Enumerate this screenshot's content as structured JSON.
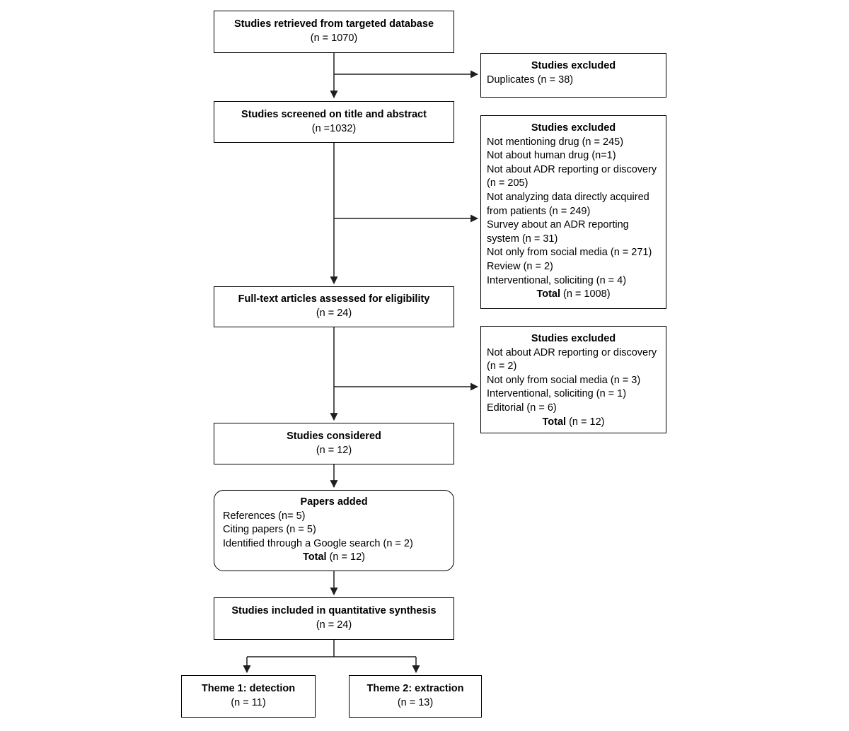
{
  "colors": {
    "box_border": "#000000",
    "connector": "#1f1f1f",
    "text": "#000000",
    "background": "#ffffff"
  },
  "boxes": {
    "retrieved": {
      "title": "Studies retrieved from targeted database",
      "count": "(n = 1070)"
    },
    "excluded_duplicates": {
      "title": "Studies excluded",
      "lines": [
        "Duplicates (n = 38)"
      ]
    },
    "screened": {
      "title": "Studies screened on title and abstract",
      "count": "(n =1032)"
    },
    "excluded_screening": {
      "title": "Studies excluded",
      "lines": [
        "Not mentioning drug (n = 245)",
        "Not about human drug (n=1)",
        "Not about ADR reporting or discovery (n = 205)",
        "Not analyzing data directly acquired from patients (n = 249)",
        "Survey about an ADR reporting system (n = 31)",
        "Not only from social media (n = 271)",
        "Review (n = 2)",
        "Interventional, soliciting (n = 4)"
      ],
      "total_label": "Total",
      "total_value": "(n = 1008)"
    },
    "fulltext": {
      "title": "Full-text articles assessed for eligibility",
      "count": "(n = 24)"
    },
    "excluded_fulltext": {
      "title": "Studies excluded",
      "lines": [
        "Not about ADR reporting or discovery (n = 2)",
        "Not only from social media (n = 3)",
        "Interventional, soliciting (n = 1)",
        "Editorial (n = 6)"
      ],
      "total_label": "Total",
      "total_value": "(n = 12)"
    },
    "considered": {
      "title": "Studies considered",
      "count": "(n = 12)"
    },
    "papers_added": {
      "title": "Papers added",
      "lines": [
        "References (n= 5)",
        "Citing papers (n = 5)",
        "Identified through a Google search (n = 2)"
      ],
      "total_label": "Total",
      "total_value": "(n = 12)"
    },
    "included": {
      "title": "Studies included in quantitative synthesis",
      "count": "(n = 24)"
    },
    "theme1": {
      "title": "Theme 1: detection",
      "count": "(n = 11)"
    },
    "theme2": {
      "title": "Theme 2: extraction",
      "count": "(n = 13)"
    }
  }
}
